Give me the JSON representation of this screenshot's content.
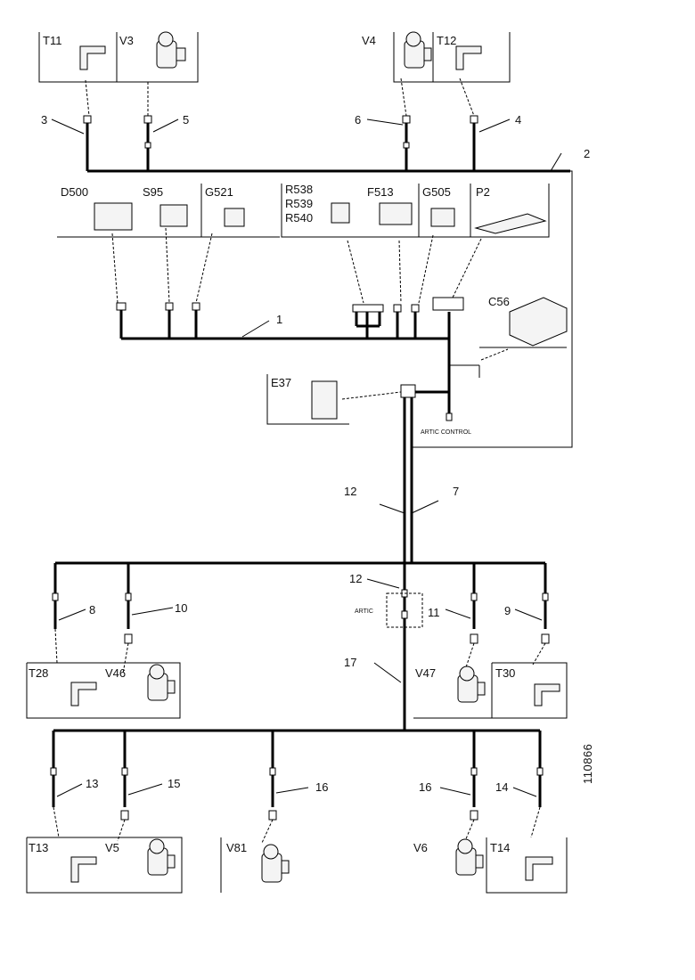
{
  "components": {
    "T11": "T11",
    "V3": "V3",
    "V4": "V4",
    "T12": "T12",
    "D500": "D500",
    "S95": "S95",
    "G521": "G521",
    "R538": "R538",
    "R539": "R539",
    "R540": "R540",
    "F513": "F513",
    "G505": "G505",
    "P2": "P2",
    "C56": "C56",
    "E37": "E37",
    "T28": "T28",
    "V46": "V46",
    "V47": "V47",
    "T30": "T30",
    "T13": "T13",
    "V5": "V5",
    "V81": "V81",
    "V6": "V6",
    "T14": "T14"
  },
  "callouts": {
    "c1": "1",
    "c2": "2",
    "c3": "3",
    "c4": "4",
    "c5": "5",
    "c6": "6",
    "c7": "7",
    "c8": "8",
    "c9": "9",
    "c10": "10",
    "c11": "11",
    "c12a": "12",
    "c12b": "12",
    "c13": "13",
    "c14": "14",
    "c15": "15",
    "c16a": "16",
    "c16b": "16",
    "c17": "17"
  },
  "annotations": {
    "artic_control": "ARTIC CONTROL",
    "artic": "ARTIC",
    "figure_code": "110866"
  }
}
